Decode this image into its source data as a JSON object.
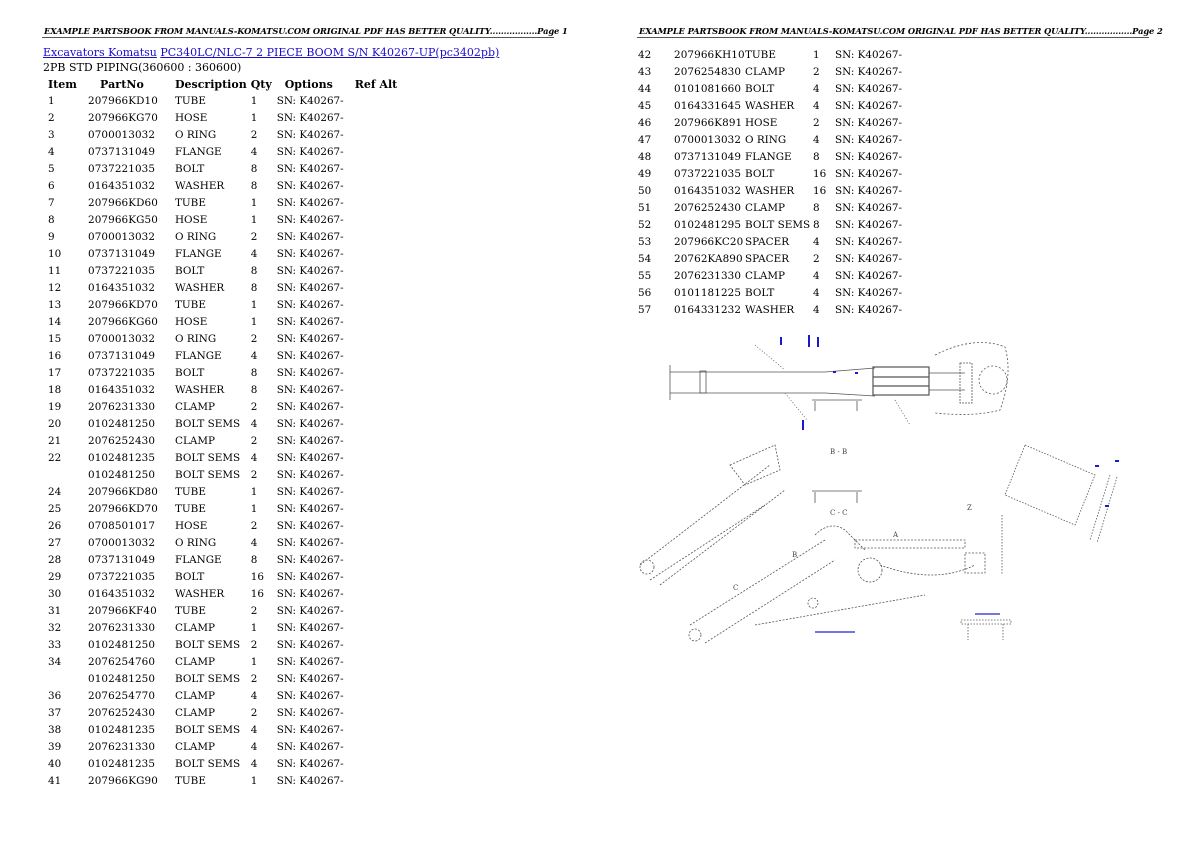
{
  "pages": [
    {
      "header": "EXAMPLE PARTSBOOK FROM MANUALS-KOMATSU.COM ORIGINAL PDF HAS BETTER QUALITY.................Page 1",
      "breadcrumb": {
        "link1": "Excavators Komatsu",
        "link2": "PC340LC/NLC-7 2 PIECE BOOM S/N K40267-UP(pc3402pb)"
      },
      "subtitle": "2PB STD PIPING(360600 : 360600)",
      "columns": [
        "Item",
        "PartNo",
        "Description",
        "Qty",
        "Options",
        "Ref Alt"
      ],
      "rows": [
        [
          "1",
          "207966KD10",
          "TUBE",
          "1",
          "SN: K40267-"
        ],
        [
          "2",
          "207966KG70",
          "HOSE",
          "1",
          "SN: K40267-"
        ],
        [
          "3",
          "0700013032",
          "O RING",
          "2",
          "SN: K40267-"
        ],
        [
          "4",
          "0737131049",
          "FLANGE",
          "4",
          "SN: K40267-"
        ],
        [
          "5",
          "0737221035",
          "BOLT",
          "8",
          "SN: K40267-"
        ],
        [
          "6",
          "0164351032",
          "WASHER",
          "8",
          "SN: K40267-"
        ],
        [
          "7",
          "207966KD60",
          "TUBE",
          "1",
          "SN: K40267-"
        ],
        [
          "8",
          "207966KG50",
          "HOSE",
          "1",
          "SN: K40267-"
        ],
        [
          "9",
          "0700013032",
          "O RING",
          "2",
          "SN: K40267-"
        ],
        [
          "10",
          "0737131049",
          "FLANGE",
          "4",
          "SN: K40267-"
        ],
        [
          "11",
          "0737221035",
          "BOLT",
          "8",
          "SN: K40267-"
        ],
        [
          "12",
          "0164351032",
          "WASHER",
          "8",
          "SN: K40267-"
        ],
        [
          "13",
          "207966KD70",
          "TUBE",
          "1",
          "SN: K40267-"
        ],
        [
          "14",
          "207966KG60",
          "HOSE",
          "1",
          "SN: K40267-"
        ],
        [
          "15",
          "0700013032",
          "O RING",
          "2",
          "SN: K40267-"
        ],
        [
          "16",
          "0737131049",
          "FLANGE",
          "4",
          "SN: K40267-"
        ],
        [
          "17",
          "0737221035",
          "BOLT",
          "8",
          "SN: K40267-"
        ],
        [
          "18",
          "0164351032",
          "WASHER",
          "8",
          "SN: K40267-"
        ],
        [
          "19",
          "2076231330",
          "CLAMP",
          "2",
          "SN: K40267-"
        ],
        [
          "20",
          "0102481250",
          "BOLT SEMS",
          "4",
          "SN: K40267-"
        ],
        [
          "21",
          "2076252430",
          "CLAMP",
          "2",
          "SN: K40267-"
        ],
        [
          "22",
          "0102481235",
          "BOLT SEMS",
          "4",
          "SN: K40267-"
        ],
        [
          "",
          "0102481250",
          "BOLT SEMS",
          "2",
          "SN: K40267-"
        ],
        [
          "24",
          "207966KD80",
          "TUBE",
          "1",
          "SN: K40267-"
        ],
        [
          "25",
          "207966KD70",
          "TUBE",
          "1",
          "SN: K40267-"
        ],
        [
          "26",
          "0708501017",
          "HOSE",
          "2",
          "SN: K40267-"
        ],
        [
          "27",
          "0700013032",
          "O RING",
          "4",
          "SN: K40267-"
        ],
        [
          "28",
          "0737131049",
          "FLANGE",
          "8",
          "SN: K40267-"
        ],
        [
          "29",
          "0737221035",
          "BOLT",
          "16",
          "SN: K40267-"
        ],
        [
          "30",
          "0164351032",
          "WASHER",
          "16",
          "SN: K40267-"
        ],
        [
          "31",
          "207966KF40",
          "TUBE",
          "2",
          "SN: K40267-"
        ],
        [
          "32",
          "2076231330",
          "CLAMP",
          "1",
          "SN: K40267-"
        ],
        [
          "33",
          "0102481250",
          "BOLT SEMS",
          "2",
          "SN: K40267-"
        ],
        [
          "34",
          "2076254760",
          "CLAMP",
          "1",
          "SN: K40267-"
        ],
        [
          "",
          "0102481250",
          "BOLT SEMS",
          "2",
          "SN: K40267-"
        ],
        [
          "36",
          "2076254770",
          "CLAMP",
          "4",
          "SN: K40267-"
        ],
        [
          "37",
          "2076252430",
          "CLAMP",
          "2",
          "SN: K40267-"
        ],
        [
          "38",
          "0102481235",
          "BOLT SEMS",
          "4",
          "SN: K40267-"
        ],
        [
          "39",
          "2076231330",
          "CLAMP",
          "4",
          "SN: K40267-"
        ],
        [
          "40",
          "0102481235",
          "BOLT SEMS",
          "4",
          "SN: K40267-"
        ],
        [
          "41",
          "207966KG90",
          "TUBE",
          "1",
          "SN: K40267-"
        ]
      ]
    },
    {
      "header": "EXAMPLE PARTSBOOK FROM MANUALS-KOMATSU.COM ORIGINAL PDF HAS BETTER QUALITY.................Page 2",
      "rows": [
        [
          "42",
          "207966KH10",
          "TUBE",
          "1",
          "SN: K40267-"
        ],
        [
          "43",
          "2076254830",
          "CLAMP",
          "2",
          "SN: K40267-"
        ],
        [
          "44",
          "0101081660",
          "BOLT",
          "4",
          "SN: K40267-"
        ],
        [
          "45",
          "0164331645",
          "WASHER",
          "4",
          "SN: K40267-"
        ],
        [
          "46",
          "207966K891",
          "HOSE",
          "2",
          "SN: K40267-"
        ],
        [
          "47",
          "0700013032",
          "O RING",
          "4",
          "SN: K40267-"
        ],
        [
          "48",
          "0737131049",
          "FLANGE",
          "8",
          "SN: K40267-"
        ],
        [
          "49",
          "0737221035",
          "BOLT",
          "16",
          "SN: K40267-"
        ],
        [
          "50",
          "0164351032",
          "WASHER",
          "16",
          "SN: K40267-"
        ],
        [
          "51",
          "2076252430",
          "CLAMP",
          "8",
          "SN: K40267-"
        ],
        [
          "52",
          "0102481295",
          "BOLT SEMS",
          "8",
          "SN: K40267-"
        ],
        [
          "53",
          "207966KC20",
          "SPACER",
          "4",
          "SN: K40267-"
        ],
        [
          "54",
          "20762KA890",
          "SPACER",
          "2",
          "SN: K40267-"
        ],
        [
          "55",
          "2076231330",
          "CLAMP",
          "4",
          "SN: K40267-"
        ],
        [
          "56",
          "0101181225",
          "BOLT",
          "4",
          "SN: K40267-"
        ],
        [
          "57",
          "0164331232",
          "WASHER",
          "4",
          "SN: K40267-"
        ]
      ],
      "diagram": {
        "labels": [
          "B - B",
          "C - C",
          "A",
          "B",
          "C",
          "Z"
        ],
        "line_color": "#555555",
        "callout_color": "#1a1acc"
      }
    }
  ],
  "colors": {
    "link": "#1a0dcc",
    "text": "#000000",
    "rule": "#555555"
  }
}
